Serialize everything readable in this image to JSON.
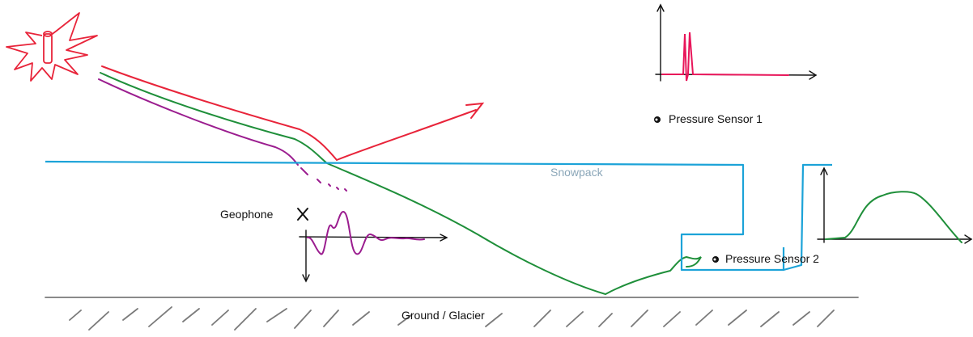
{
  "labels": {
    "snowpack": "Snowpack",
    "geophone": "Geophone",
    "pressure_sensor_1": "Pressure Sensor 1",
    "pressure_sensor_2": "Pressure Sensor 2",
    "ground": "Ground / Glacier"
  },
  "colors": {
    "explosion": "#e8243a",
    "airwave": "#e8243a",
    "ground_wave": "#1f8f3a",
    "seismic_wave": "#9b1d8f",
    "snowpack": "#1ca3d8",
    "snowpack_label": "#8aa6b8",
    "ground": "#7a7a7a",
    "ink": "#111111"
  },
  "icons": {
    "explosion": "explosion-icon",
    "geophone": "cross-marker-icon",
    "pressure_sensor": "dot-marker-icon"
  }
}
